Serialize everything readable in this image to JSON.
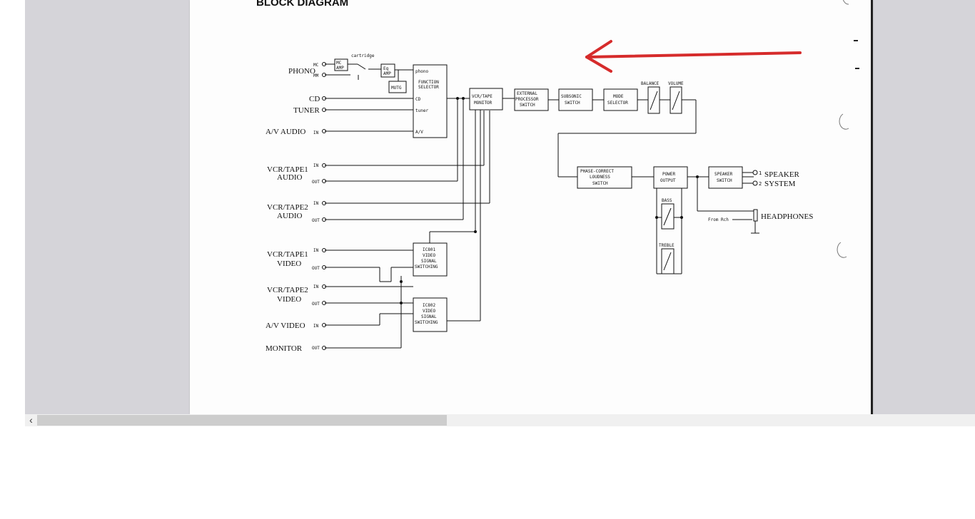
{
  "document": {
    "heading": "BLOCK DIAGRAM",
    "inputs": {
      "phono": "PHONO",
      "mc": "MC",
      "mm": "MM",
      "cartridge": "cartridge",
      "cd": "CD",
      "tuner": "TUNER",
      "av_audio": "A/V AUDIO",
      "vcr1_audio_a": "VCR/TAPE1",
      "vcr1_audio_b": "AUDIO",
      "vcr2_audio_a": "VCR/TAPE2",
      "vcr2_audio_b": "AUDIO",
      "vcr1_video_a": "VCR/TAPE1",
      "vcr1_video_b": "VIDEO",
      "vcr2_video_a": "VCR/TAPE2",
      "vcr2_video_b": "VIDEO",
      "av_video": "A/V VIDEO",
      "monitor": "MONITOR",
      "in": "IN",
      "out": "OUT"
    },
    "blocks": {
      "mc_amp_a": "MC",
      "mc_amp_b": "AMP",
      "eq_amp_a": "Eq",
      "eq_amp_b": "AMP",
      "muting": "MUTG",
      "fs_phono": "phono",
      "fs_title_a": "FUNCTION",
      "fs_title_b": "SELECTOR",
      "fs_cd": "CD",
      "fs_tuner": "tuner",
      "fs_av": "A/V",
      "vcr_mon_a": "VCR/TAPE",
      "vcr_mon_b": "MONITOR",
      "ext_a": "EXTERNAL",
      "ext_b": "PROCESSOR",
      "ext_c": "SWITCH",
      "sub_a": "SUBSONIC",
      "sub_b": "SWITCH",
      "mode_a": "MODE",
      "mode_b": "SELECTOR",
      "balance": "BALANCE",
      "volume": "VOLUME",
      "phase_a": "PHASE-CORRECT",
      "phase_b": "LOUDNESS",
      "phase_c": "SWITCH",
      "power_a": "POWER",
      "power_b": "OUTPUT",
      "spk_a": "SPEAKER",
      "spk_b": "SWITCH",
      "bass": "BASS",
      "treble": "TREBLE",
      "ic801_a": "IC801",
      "ic801_b": "VIDEO",
      "ic801_c": "SIGNAL",
      "ic801_d": "SWITCHING",
      "ic802_a": "IC802",
      "ic802_b": "VIDEO",
      "ic802_c": "SIGNAL",
      "ic802_d": "SWITCHING"
    },
    "outputs": {
      "speaker_1": "1",
      "speaker_2": "2",
      "speaker_a": "SPEAKER",
      "speaker_b": "SYSTEM",
      "from_rch": "From Rch",
      "headphones": "HEADPHONES"
    },
    "annotation_color": "#d62b2b"
  },
  "viewer": {
    "scroll_left_icon": "‹"
  }
}
